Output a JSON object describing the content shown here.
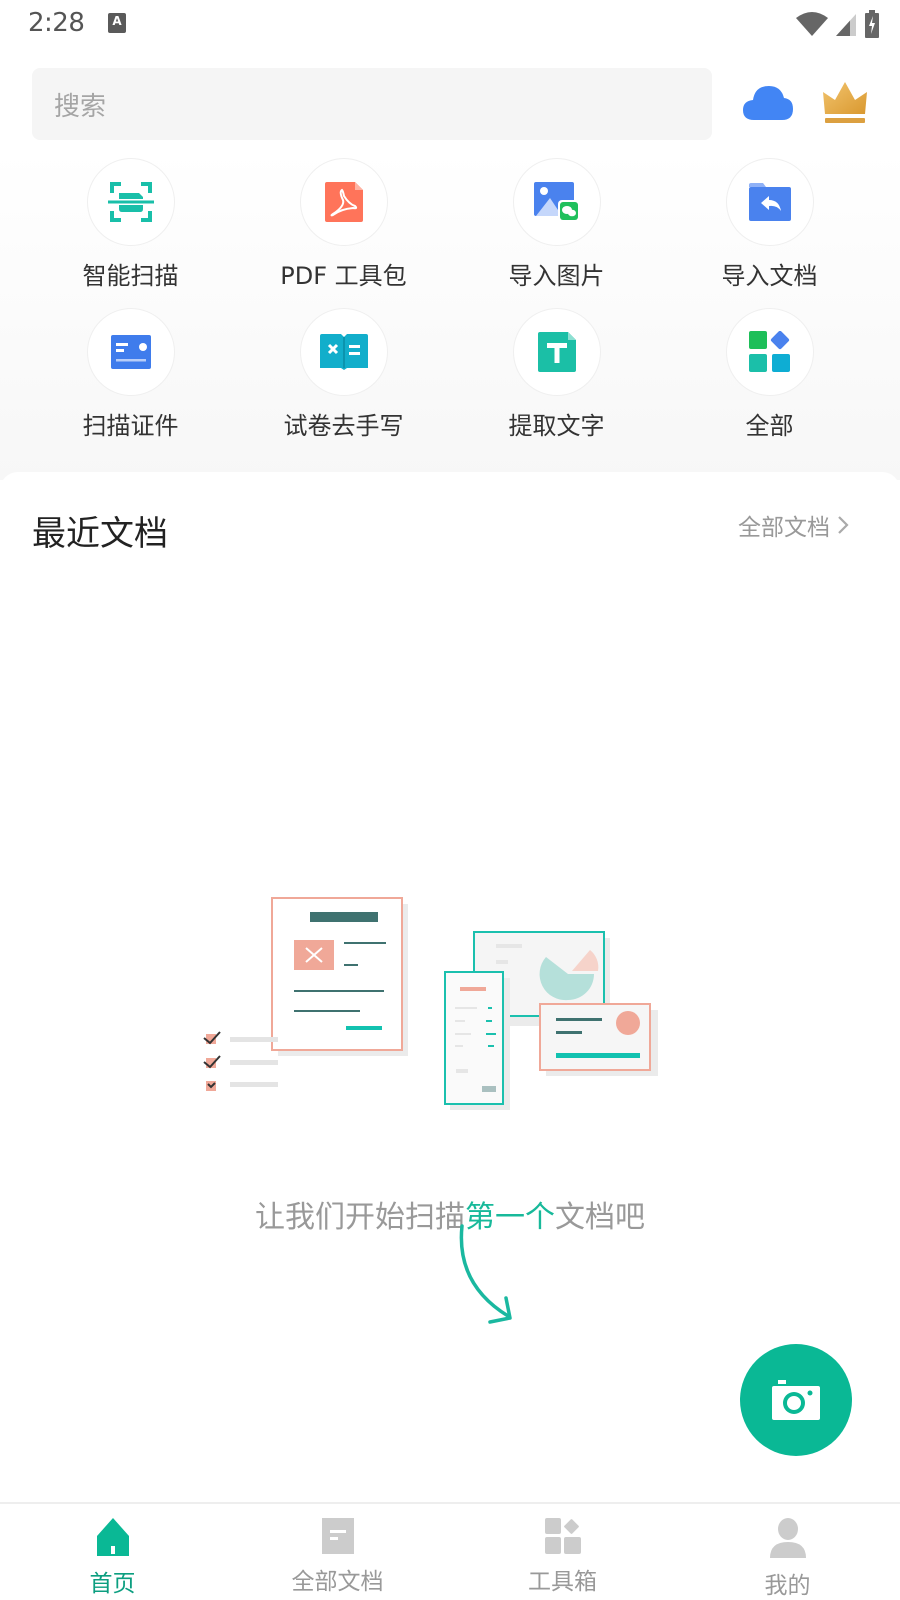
{
  "status_bar": {
    "time": "2:28",
    "notification_icon": "A"
  },
  "header": {
    "search_placeholder": "搜索",
    "cloud_icon": "cloud-icon",
    "vip_icon": "crown-icon"
  },
  "quick_actions": [
    {
      "label": "智能扫描",
      "icon": "smart-scan-icon"
    },
    {
      "label": "PDF 工具包",
      "icon": "pdf-icon"
    },
    {
      "label": "导入图片",
      "icon": "import-image-icon"
    },
    {
      "label": "导入文档",
      "icon": "import-document-icon"
    },
    {
      "label": "扫描证件",
      "icon": "id-card-icon"
    },
    {
      "label": "试卷去手写",
      "icon": "remove-handwriting-icon"
    },
    {
      "label": "提取文字",
      "icon": "extract-text-icon"
    },
    {
      "label": "全部",
      "icon": "all-tools-icon"
    }
  ],
  "recent": {
    "title": "最近文档",
    "view_all": "全部文档",
    "empty_prefix": "让我们开始扫描",
    "empty_highlight": "第一个",
    "empty_suffix": "文档吧"
  },
  "fab": {
    "icon": "camera-icon"
  },
  "bottom_nav": [
    {
      "label": "首页",
      "icon": "home-icon",
      "active": true
    },
    {
      "label": "全部文档",
      "icon": "documents-icon",
      "active": false
    },
    {
      "label": "工具箱",
      "icon": "toolbox-icon",
      "active": false
    },
    {
      "label": "我的",
      "icon": "profile-icon",
      "active": false
    }
  ],
  "colors": {
    "accent": "#0ab895",
    "accent_text": "#0c9e80",
    "inactive": "#cccccc",
    "cloud": "#4285f4",
    "crown": "#e3a94a"
  }
}
